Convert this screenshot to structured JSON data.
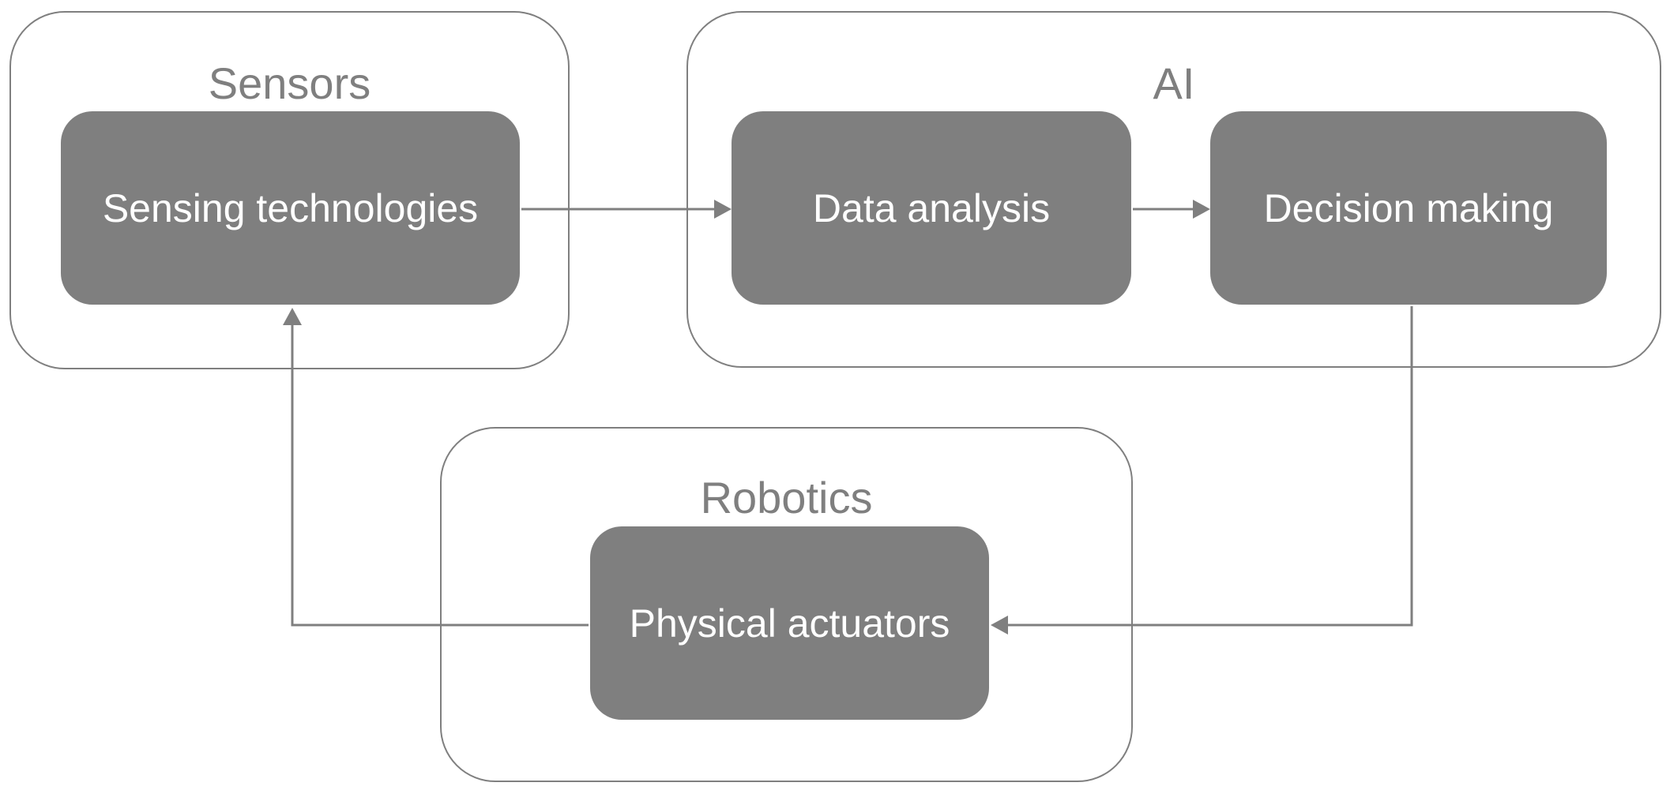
{
  "colors": {
    "group_border": "#7f7f7f",
    "group_title": "#7f7f7f",
    "node_fill": "#7f7f7f",
    "node_text": "#ffffff",
    "connector": "#7f7f7f",
    "background": "#ffffff"
  },
  "groups": {
    "sensors": {
      "title": "Sensors"
    },
    "ai": {
      "title": "AI"
    },
    "robotics": {
      "title": "Robotics"
    }
  },
  "nodes": {
    "sensing": {
      "label": "Sensing technologies"
    },
    "data_analysis": {
      "label": "Data analysis"
    },
    "decision_making": {
      "label": "Decision making"
    },
    "physical_actuators": {
      "label": "Physical actuators"
    }
  },
  "edges": [
    {
      "from": "Sensing technologies",
      "to": "Data analysis"
    },
    {
      "from": "Data analysis",
      "to": "Decision making"
    },
    {
      "from": "Decision making",
      "to": "Physical actuators"
    },
    {
      "from": "Physical actuators",
      "to": "Sensing technologies"
    }
  ]
}
